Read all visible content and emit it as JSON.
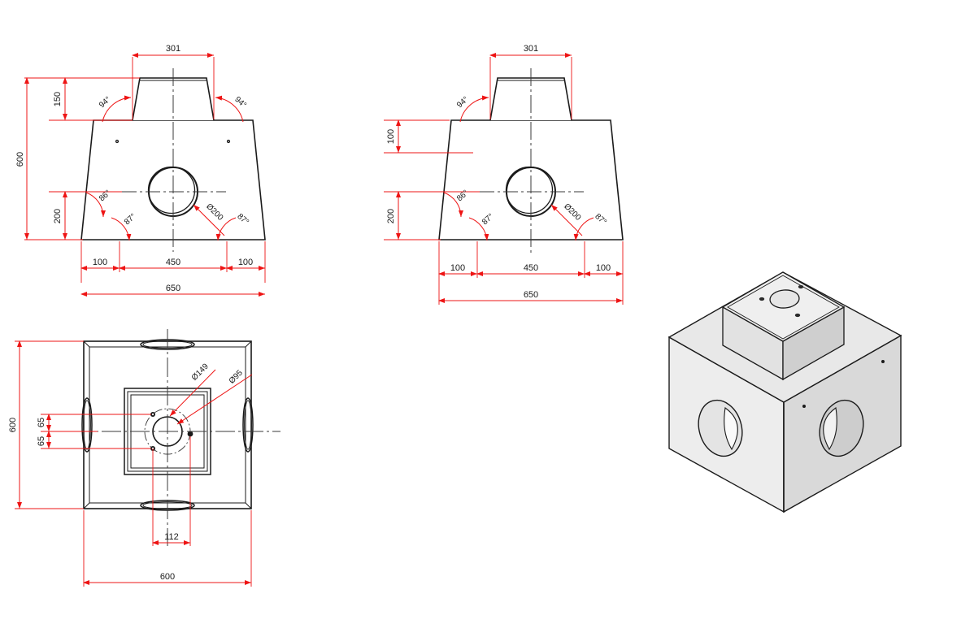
{
  "drawing": {
    "title": "Concrete pit / chamber unit — multi-view engineering drawing",
    "units": "mm",
    "colors": {
      "outline": "#1a1a1a",
      "dimension": "#ee1414",
      "centerline": "#3a3a3a",
      "face_light": "#ededed",
      "face_mid": "#e2e2e2",
      "face_dark": "#d4d4d4",
      "background": "#ffffff"
    },
    "views": [
      {
        "id": "front-elevation",
        "name": "Front elevation",
        "dimensions": {
          "top_width": "301",
          "overall_height": "600",
          "neck_height": "150",
          "lower_offset_height": "200",
          "base_left_offset": "100",
          "base_center_span": "450",
          "base_right_offset": "100",
          "overall_width": "650",
          "hole_diameter": "Ø200"
        },
        "angles": {
          "neck_left": "94°",
          "neck_right": "94°",
          "body_left_upper": "86°",
          "body_left_lower": "87°",
          "body_right_lower": "87°"
        }
      },
      {
        "id": "side-elevation",
        "name": "Side elevation",
        "dimensions": {
          "top_width": "301",
          "upper_offset_height": "100",
          "lower_offset_height": "200",
          "base_left_offset": "100",
          "base_center_span": "450",
          "base_right_offset": "100",
          "overall_width": "650",
          "hole_diameter": "Ø200"
        },
        "angles": {
          "neck_left": "94°",
          "body_left_upper": "86°",
          "body_left_lower": "87°",
          "body_right_lower": "87°"
        }
      },
      {
        "id": "plan-view",
        "name": "Plan view (top)",
        "dimensions": {
          "overall_height": "600",
          "overall_width": "600",
          "bolt_offset_upper": "65",
          "bolt_offset_lower": "65",
          "boss_hole_span": "112",
          "bolt_circle_diameter": "Ø149",
          "center_hole_diameter": "Ø95"
        }
      },
      {
        "id": "isometric-view",
        "name": "Isometric 3D view",
        "dimensions": {}
      }
    ]
  },
  "chart_data": {
    "type": "table",
    "title": "Technical drawing dimension callouts (mm)",
    "categories": [
      "front-elevation",
      "side-elevation",
      "plan-view"
    ],
    "series": [
      {
        "name": "front-elevation",
        "labels": [
          "301",
          "150",
          "600",
          "200",
          "100",
          "450",
          "100",
          "650",
          "Ø200",
          "94°",
          "94°",
          "86°",
          "87°",
          "87°"
        ]
      },
      {
        "name": "side-elevation",
        "labels": [
          "301",
          "100",
          "200",
          "100",
          "450",
          "100",
          "650",
          "Ø200",
          "94°",
          "86°",
          "87°",
          "87°"
        ]
      },
      {
        "name": "plan-view",
        "labels": [
          "600",
          "65",
          "65",
          "112",
          "600",
          "Ø149",
          "Ø95"
        ]
      }
    ]
  }
}
